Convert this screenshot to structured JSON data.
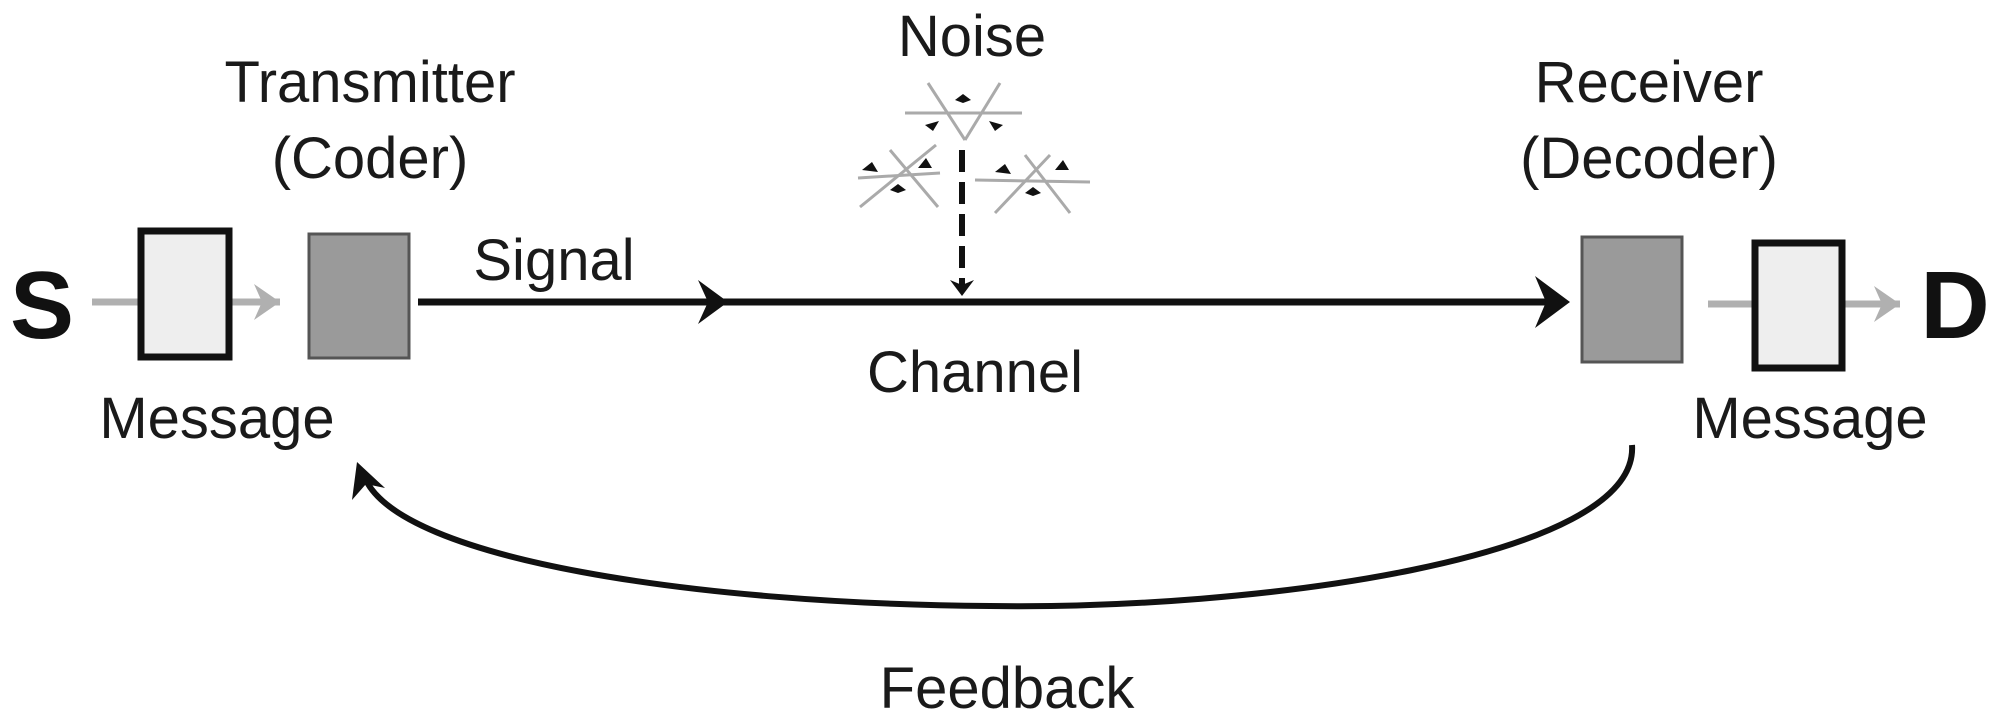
{
  "labels": {
    "source": "S",
    "destination": "D",
    "transmitter": "Transmitter",
    "coder": "(Coder)",
    "receiver": "Receiver",
    "decoder": "(Decoder)",
    "noise": "Noise",
    "signal": "Signal",
    "channel": "Channel",
    "message_left": "Message",
    "message_right": "Message",
    "feedback": "Feedback"
  },
  "colors": {
    "line": "#111111",
    "coder_fill": "#9a9a9a",
    "message_fill": "#eeeeee",
    "grey_arrow": "#b0b0b0"
  }
}
